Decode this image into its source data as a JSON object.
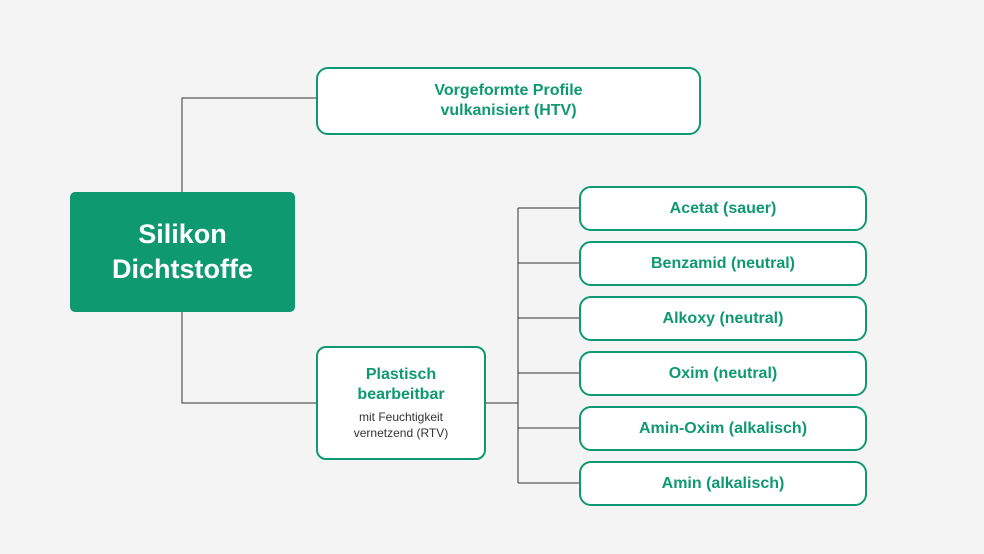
{
  "colors": {
    "accent": "#0f9970",
    "line": "#333333",
    "background": "#f4f4f4"
  },
  "diagram": {
    "root": {
      "line1": "Silikon",
      "line2": "Dichtstoffe"
    },
    "htv": {
      "line1": "Vorgeformte Profile",
      "line2": "vulkanisiert (HTV)"
    },
    "rtv": {
      "title_line1": "Plastisch",
      "title_line2": "bearbeitbar",
      "sub_line1": "mit Feuchtigkeit",
      "sub_line2": "vernetzend (RTV)"
    },
    "leaves": [
      "Acetat (sauer)",
      "Benzamid (neutral)",
      "Alkoxy (neutral)",
      "Oxim (neutral)",
      "Amin-Oxim (alkalisch)",
      "Amin (alkalisch)"
    ]
  }
}
